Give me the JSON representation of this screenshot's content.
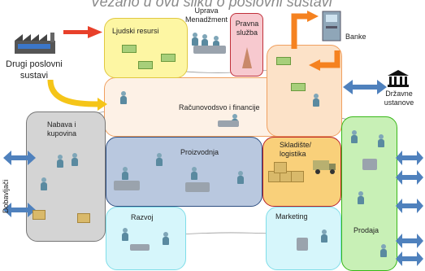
{
  "title": "Vezano u ovu sliku o poslovni sustavi",
  "zones": {
    "hr": "Ljudski resursi",
    "mgmt": "Uprava Menadžment",
    "legal": "Pravna služba",
    "bank": "Banke",
    "other": "Drugi poslovni sustavi",
    "accounting": "Računovodsvo  i financije",
    "state": "Državne ustanove",
    "procurement": "Nabava i kupovina",
    "production": "Proizvodnja",
    "warehouse": "Skladište/ logistika",
    "suppliers": "Dobavljači",
    "development": "Razvoj",
    "marketing": "Marketing",
    "sales": "Prodaja"
  },
  "colors": {
    "hr": "#fdf6a3",
    "legal": "#f7c9cf",
    "accounting": "#fdf1e6",
    "procurement": "#d4d4d4",
    "production": "#b9c8df",
    "warehouse": "#f9d07a",
    "development": "#d6f6fb",
    "marketing": "#d6f6fb",
    "sales": "#c8f0b6",
    "arrow_blue": "#4f81bd",
    "arrow_orange": "#f58220",
    "arrow_red": "#e8402a",
    "arrow_yellow": "#f5c518"
  },
  "icons": [
    "factory-icon",
    "bank-icon",
    "atm-icon",
    "courthouse-icon",
    "money-icon",
    "person-icon",
    "boxes-icon",
    "truck-icon",
    "computer-icon"
  ]
}
